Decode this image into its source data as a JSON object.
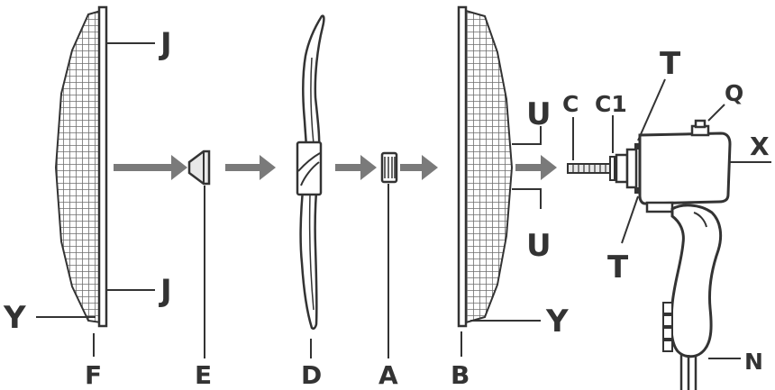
{
  "diagram": {
    "labels": {
      "J": "J",
      "U": "U",
      "C": "C",
      "C1": "C1",
      "T": "T",
      "Q": "Q",
      "X": "X",
      "Y": "Y",
      "N": "N",
      "F": "F",
      "E": "E",
      "D": "D",
      "A": "A",
      "B": "B"
    },
    "colors": {
      "ink": "#333333",
      "arrow": "#7a7a7a",
      "grille": "#6e6e6e",
      "fill_light": "#e8e8e8"
    }
  }
}
